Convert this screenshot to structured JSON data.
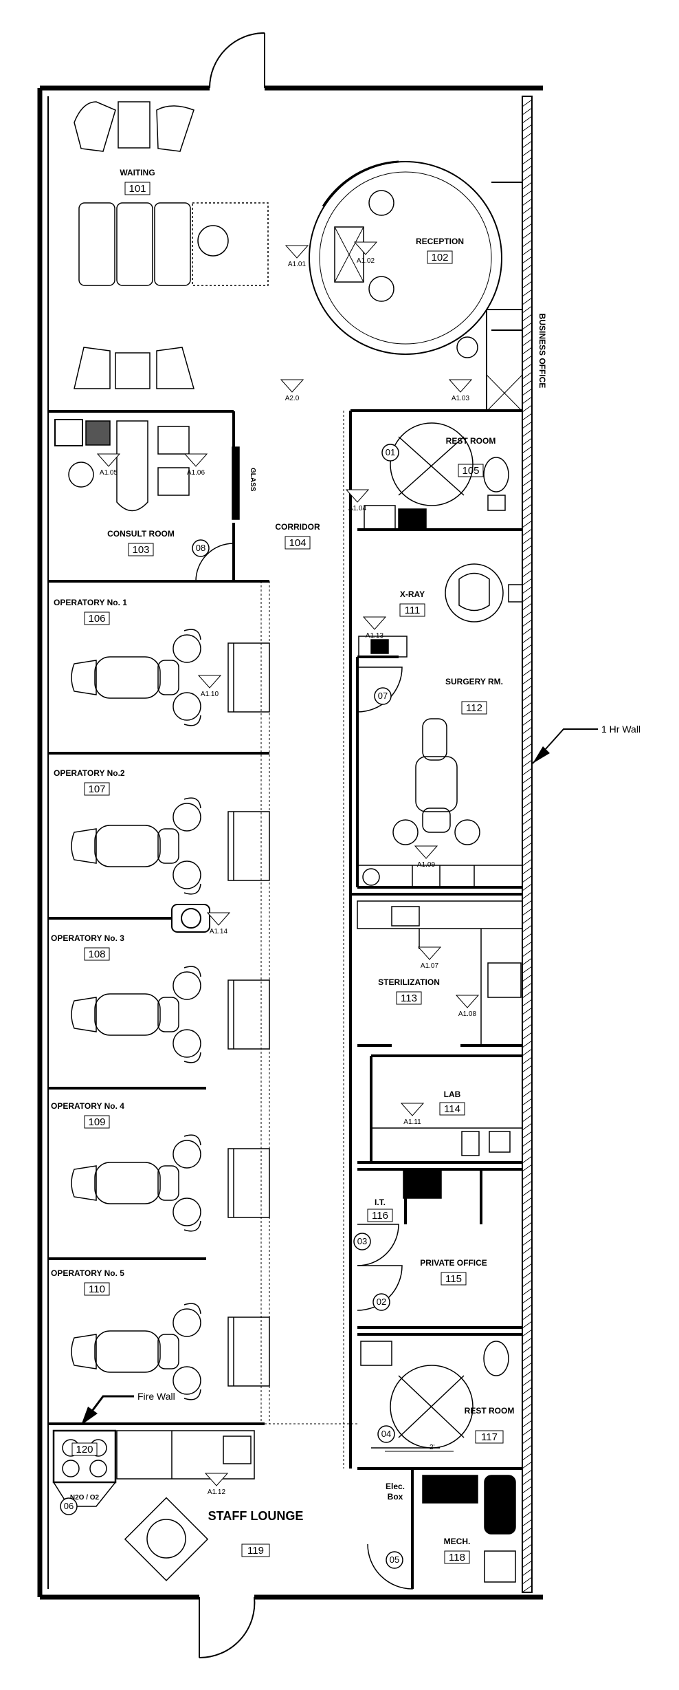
{
  "rooms": [
    {
      "name": "WAITING",
      "number": "101"
    },
    {
      "name": "RECEPTION",
      "number": "102"
    },
    {
      "name": "BUSINESS OFFICE",
      "number": ""
    },
    {
      "name": "CONSULT ROOM",
      "number": "103"
    },
    {
      "name": "CORRIDOR",
      "number": "104"
    },
    {
      "name": "REST ROOM",
      "number": "105"
    },
    {
      "name": "OPERATORY No. 1",
      "number": "106"
    },
    {
      "name": "OPERATORY No.2",
      "number": "107"
    },
    {
      "name": "OPERATORY No. 3",
      "number": "108"
    },
    {
      "name": "OPERATORY No. 4",
      "number": "109"
    },
    {
      "name": "OPERATORY No. 5",
      "number": "110"
    },
    {
      "name": "X-RAY",
      "number": "111"
    },
    {
      "name": "SURGERY RM.",
      "number": "112"
    },
    {
      "name": "STERILIZATION",
      "number": "113"
    },
    {
      "name": "LAB",
      "number": "114"
    },
    {
      "name": "PRIVATE OFFICE",
      "number": "115"
    },
    {
      "name": "I.T.",
      "number": "116"
    },
    {
      "name": "REST ROOM",
      "number": "117"
    },
    {
      "name": "MECH.",
      "number": "118"
    },
    {
      "name": "STAFF LOUNGE",
      "number": "119"
    },
    {
      "name": "N2O / O2",
      "number": "120"
    }
  ],
  "annotations": {
    "wall_label": "1 Hr Wall",
    "fire_wall_label": "Fire Wall",
    "glass_label": "GLASS",
    "elec_label_1": "Elec.",
    "elec_label_2": "Box",
    "dimension_2ft": "2'"
  },
  "door_tags": [
    "01",
    "02",
    "03",
    "04",
    "05",
    "06",
    "07",
    "08"
  ],
  "section_tags": [
    "A1.01",
    "A1.02",
    "A1.03",
    "A1.04",
    "A1.05",
    "A1.06",
    "A1.07",
    "A1.08",
    "A1.09",
    "A1.10",
    "A1.11",
    "A1.12",
    "A1.13",
    "A1.14",
    "A2.0"
  ]
}
